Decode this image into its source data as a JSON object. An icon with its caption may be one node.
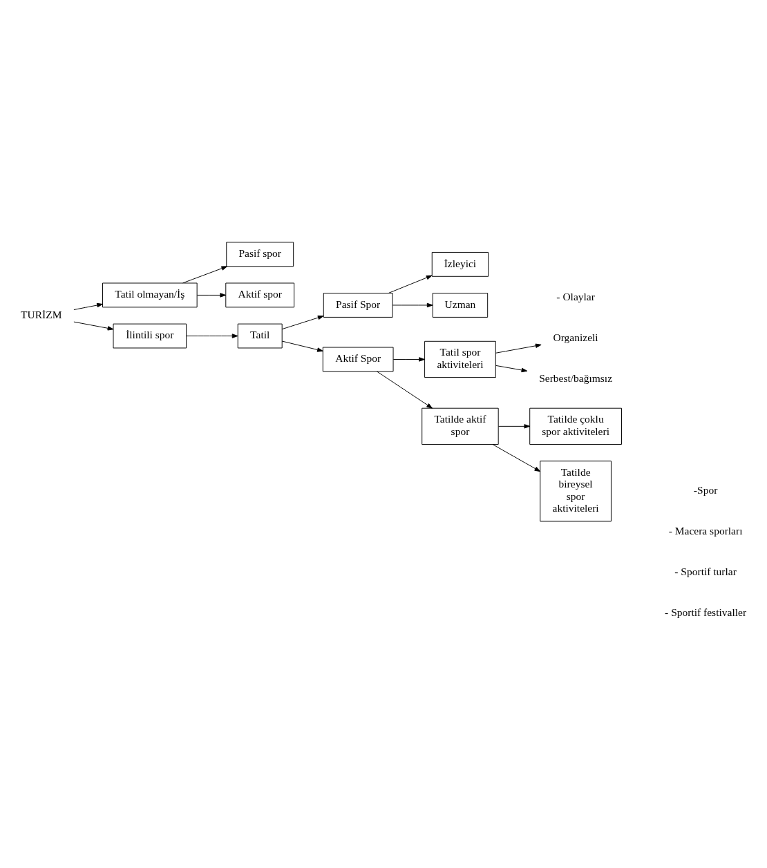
{
  "diagram": {
    "nodes": [
      {
        "text": [
          "TURİZM"
        ]
      },
      {
        "text": [
          "Tatil olmayan/İş"
        ]
      },
      {
        "text": [
          "Pasif spor"
        ]
      },
      {
        "text": [
          "Aktif spor"
        ]
      },
      {
        "text": [
          "İlintili spor"
        ]
      },
      {
        "text": [
          "Tatil"
        ]
      },
      {
        "text": [
          "Pasif Spor"
        ]
      },
      {
        "text": [
          "İzleyici"
        ]
      },
      {
        "text": [
          "Uzman"
        ]
      },
      {
        "text": [
          "Aktif Spor"
        ]
      },
      {
        "text": [
          "Tatil spor aktiviteleri"
        ]
      },
      {
        "text": [
          "Organizeli"
        ]
      },
      {
        "text": [
          "Serbest/bağımsız"
        ]
      },
      {
        "text": [
          "Tatilde aktif spor"
        ]
      },
      {
        "text": [
          "Tatilde çoklu spor aktiviteleri"
        ]
      },
      {
        "text": [
          "Tatilde bireysel spor aktiviteleri"
        ]
      }
    ],
    "edges": [
      {
        "from": 0,
        "to": 1,
        "arrow": "to"
      },
      {
        "from": 0,
        "to": 4,
        "arrow": "to"
      },
      {
        "from": 1,
        "to": 2,
        "arrow": "to"
      },
      {
        "from": 1,
        "to": 3,
        "arrow": "to"
      },
      {
        "from": 4,
        "to": 5,
        "arrow": "to"
      },
      {
        "from": 5,
        "to": 6,
        "arrow": "to"
      },
      {
        "from": 6,
        "to": 7,
        "arrow": "to"
      },
      {
        "from": 6,
        "to": 8,
        "arrow": "to"
      },
      {
        "from": 5,
        "to": 9,
        "arrow": "to"
      },
      {
        "from": 9,
        "to": 10,
        "arrow": "to"
      },
      {
        "from": 10,
        "to": 11,
        "arrow": "to"
      },
      {
        "from": 10,
        "to": 12,
        "arrow": "to"
      },
      {
        "from": 9,
        "to": 13,
        "arrow": "to"
      },
      {
        "from": 13,
        "to": 14,
        "arrow": "to"
      },
      {
        "from": 13,
        "to": 15,
        "arrow": "to"
      }
    ],
    "labels": [
      "- Olaylar",
      "-Spor",
      "- Macera sporları",
      "- Sportif turlar",
      "- Sportif festivaller"
    ]
  }
}
